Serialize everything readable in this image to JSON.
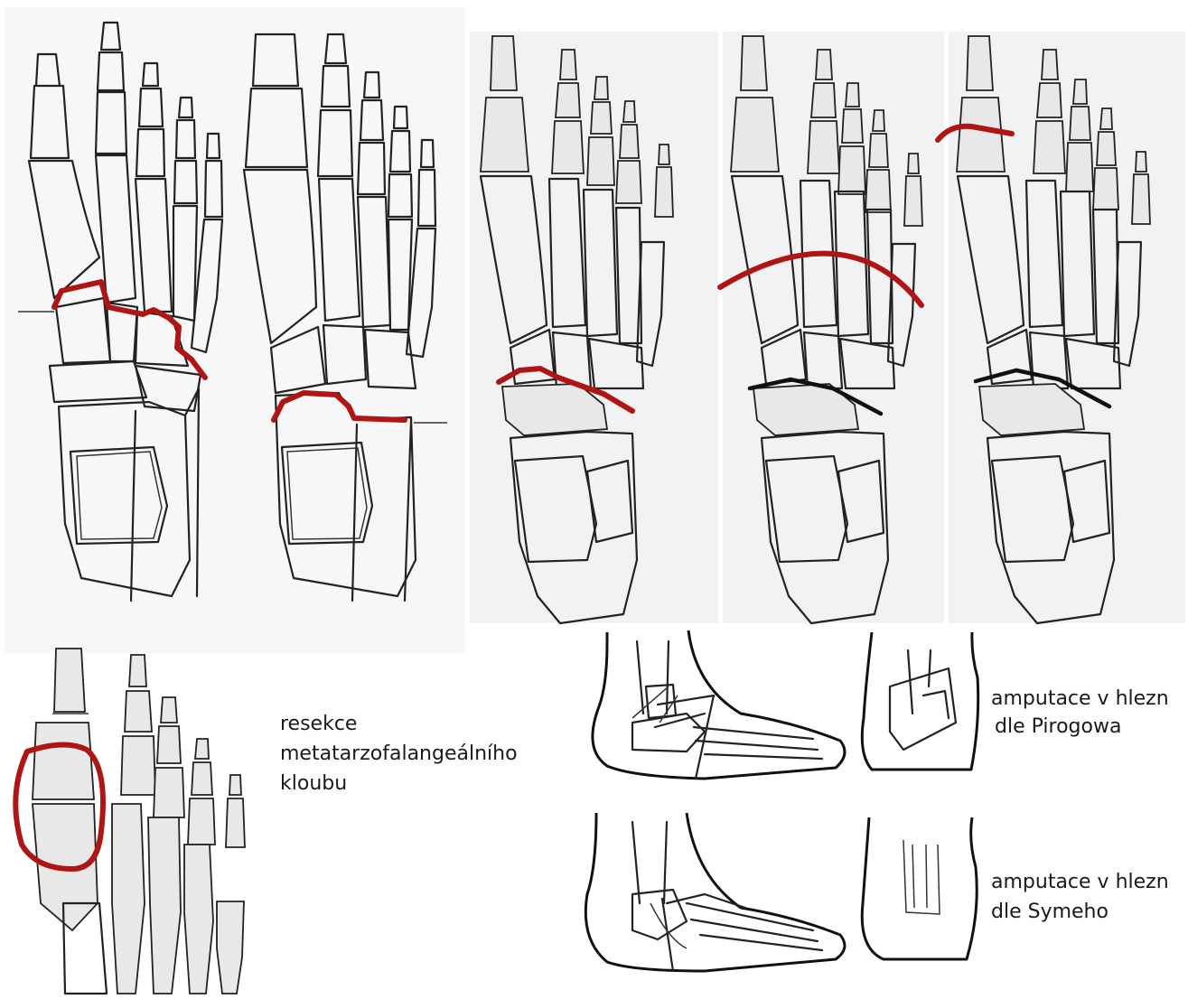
{
  "colors": {
    "cut_line_red": "#b01515",
    "cut_line_black": "#111111",
    "bone_stroke": "#222222",
    "panel_background": "#f7f7f7"
  },
  "captions": {
    "resection": {
      "line1": "resekce",
      "line2": "metatarzofalangeálního",
      "line3": "kloubu"
    },
    "pirogow": {
      "line1": "amputace v hlezn",
      "line2": "dle Pirogowa"
    },
    "syme": {
      "line1": "amputace v hlezn",
      "line2": "dle Symeho"
    }
  }
}
